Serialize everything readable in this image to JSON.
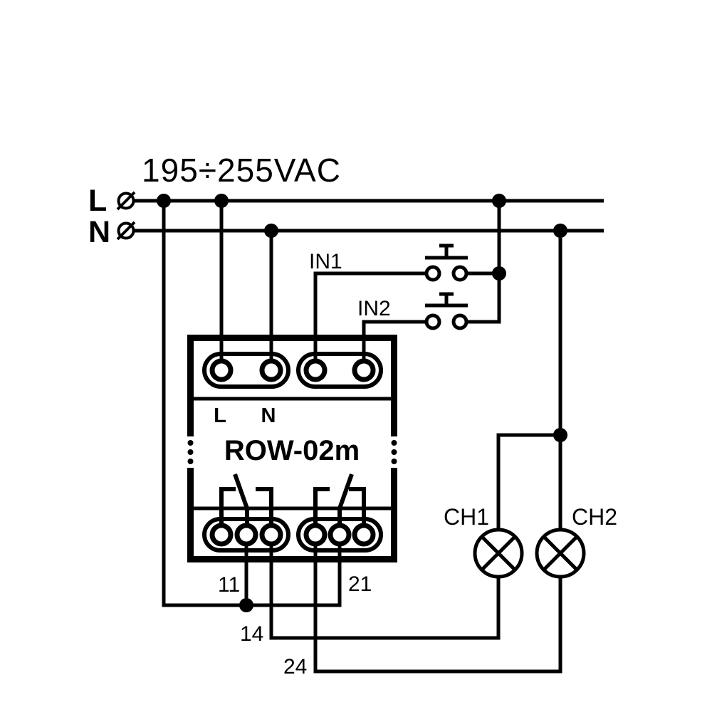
{
  "supply": {
    "voltage_range": "195÷255VAC",
    "line_label": "L",
    "neutral_label": "N"
  },
  "inputs": {
    "in1_label": "IN1",
    "in2_label": "IN2"
  },
  "device": {
    "model": "ROW-02m",
    "top_terminals": {
      "l": "L",
      "n": "N"
    },
    "bottom_terminals": {
      "c11": "11",
      "c21": "21",
      "c14": "14",
      "c24": "24"
    }
  },
  "loads": {
    "ch1_label": "CH1",
    "ch2_label": "CH2"
  },
  "colors": {
    "line": "#000000",
    "background": "#ffffff"
  }
}
